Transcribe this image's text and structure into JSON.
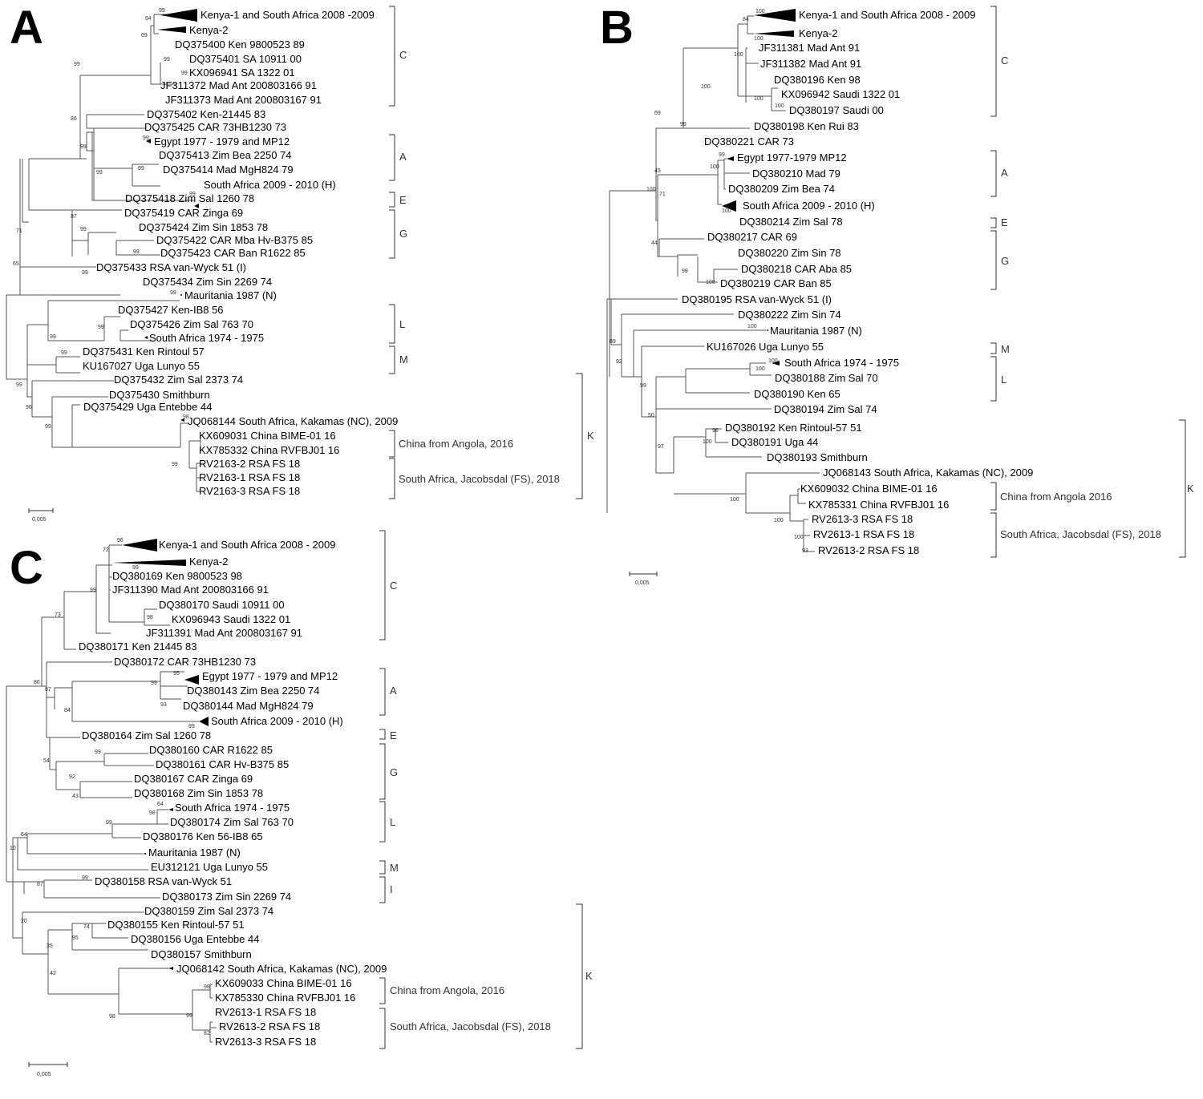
{
  "panels": [
    {
      "letter": "A",
      "scale": "0,005",
      "taxa": [
        "Kenya-1 and South Africa 2008 -2009",
        "Kenya-2",
        "DQ375400 Ken 9800523 89",
        "DQ375401 SA 10911 00",
        "KX096941 SA 1322 01",
        "JF311372 Mad Ant 200803166 91",
        "JF311373 Mad Ant 200803167 91",
        "DQ375402 Ken-21445 83",
        "DQ375425 CAR 73HB1230 73",
        "Egypt 1977 - 1979 and MP12",
        "DQ375413 Zim Bea 2250 74",
        "DQ375414 Mad MgH824 79",
        "South Africa 2009 - 2010 (H)",
        "DQ375418 Zim Sal 1260 78",
        "DQ375419 CAR Zinga 69",
        "DQ375424 Zim Sin 1853 78",
        "DQ375422 CAR Mba Hv-B375 85",
        "DQ375423 CAR Ban R1622 85",
        "DQ375433 RSA van-Wyck 51 (I)",
        "DQ375434 Zim Sin 2269 74",
        "Mauritania 1987 (N)",
        "DQ375427 Ken-IB8 56",
        "DQ375426 Zim Sal 763 70",
        "South Africa 1974 - 1975",
        "DQ375431 Ken Rintoul 57",
        "KU167027 Uga Lunyo 55",
        "DQ375432 Zim Sal 2373 74",
        "DQ375430 Smithburn",
        "DQ375429 Uga Entebbe 44",
        "JQ068144 South Africa, Kakamas (NC), 2009",
        "KX609031 China BIME-01 16",
        "KX785332 China RVFBJ01 16",
        "RV2163-2 RSA FS 18",
        "RV2163-1 RSA FS 18",
        "RV2163-3 RSA FS 18"
      ],
      "clades": [
        "C",
        "A",
        "E",
        "G",
        "L",
        "M",
        "K",
        "China from Angola, 2016",
        "South Africa, Jacobsdal (FS), 2018"
      ],
      "bootstrap": [
        "99",
        "94",
        "69",
        "99",
        "99",
        "99",
        "86",
        "99",
        "99",
        "99",
        "99",
        "99",
        "87",
        "99",
        "99",
        "71",
        "65",
        "99",
        "99",
        "99",
        "99",
        "99",
        "96",
        "99",
        "98",
        "99",
        "99"
      ]
    },
    {
      "letter": "B",
      "scale": "0,005",
      "taxa": [
        "Kenya-1 and South Africa 2008 - 2009",
        "Kenya-2",
        "JF311381 Mad Ant 91",
        "JF311382 Mad Ant 91",
        "DQ380196 Ken 98",
        "KX096942 Saudi 1322 01",
        "DQ380197 Saudi 00",
        "DQ380198 Ken Rui 83",
        "DQ380221 CAR 73",
        "Egypt 1977-1979 MP12",
        "DQ380210 Mad 79",
        "DQ380209 Zim Bea 74",
        "South Africa 2009 - 2010 (H)",
        "DQ380214 Zim Sal 78",
        "DQ380217 CAR 69",
        "DQ380220 Zim Sin 78",
        "DQ380218 CAR Aba 85",
        "DQ380219 CAR Ban 85",
        "DQ380195 RSA van-Wyck 51 (I)",
        "DQ380222 Zim Sin 74",
        "Mauritania 1987 (N)",
        "KU167026 Uga Lunyo 55",
        "South Africa 1974 - 1975",
        "DQ380188 Zim Sal 70",
        "DQ380190 Ken 65",
        "DQ380194 Zim Sal 74",
        "DQ380192 Ken Rintoul-57 51",
        "DQ380191 Uga 44",
        "DQ380193 Smithburn",
        "JQ068143 South Africa, Kakamas (NC), 2009",
        "KX609032 China BIME-01 16",
        "KX785331 China RVFBJ01 16",
        "RV2613-3 RSA FS 18",
        "RV2613-1 RSA FS 18",
        "RV2613-2 RSA FS 18"
      ],
      "clades": [
        "C",
        "A",
        "E",
        "G",
        "M",
        "L",
        "K",
        "China from Angola 2016",
        "South Africa, Jacobsdal (FS), 2018"
      ],
      "bootstrap": [
        "100",
        "84",
        "100",
        "100",
        "100",
        "100",
        "69",
        "45",
        "99",
        "100",
        "99",
        "100",
        "71",
        "100",
        "44",
        "99",
        "100",
        "100",
        "89",
        "92",
        "100",
        "100",
        "100",
        "50",
        "99",
        "97",
        "98",
        "100",
        "100",
        "100",
        "100",
        "93"
      ]
    },
    {
      "letter": "C",
      "scale": "0,005",
      "taxa": [
        "Kenya-1 and South Africa 2008 - 2009",
        "Kenya-2",
        "DQ380169 Ken 9800523 98",
        "JF311390 Mad Ant 200803166 91",
        "DQ380170 Saudi 10911 00",
        "KX096943 Saudi 1322 01",
        "JF311391 Mad Ant 200803167 91",
        "DQ380171 Ken 21445 83",
        "DQ380172 CAR 73HB1230 73",
        "Egypt 1977 - 1979 and MP12",
        "DQ380143 Zim Bea 2250 74",
        "DQ380144 Mad MgH824 79",
        "South Africa 2009 - 2010 (H)",
        "DQ380164 Zim Sal 1260 78",
        "DQ380160 CAR R1622 85",
        "DQ380161 CAR Hv-B375 85",
        "DQ380167 CAR Zinga 69",
        "DQ380168 Zim Sin 1853 78",
        "South Africa 1974 - 1975",
        "DQ380174 Zim Sal 763 70",
        "DQ380176 Ken 56-IB8 65",
        "Mauritania 1987 (N)",
        "EU312121 Uga Lunyo 55",
        "DQ380158 RSA van-Wyck 51",
        "DQ380173 Zim Sin 2269 74",
        "DQ380159 Zim Sal 2373 74",
        "DQ380155 Ken Rintoul-57 51",
        "DQ380156 Uga Entebbe 44",
        "DQ380157 Smithburn",
        "JQ068142 South Africa, Kakamas (NC), 2009",
        "KX609033 China BIME-01 16",
        "KX785330 China RVFBJ01 16",
        "RV2613-1 RSA FS 18",
        "RV2613-2 RSA FS 18",
        "RV2613-3 RSA FS 18"
      ],
      "clades": [
        "C",
        "A",
        "E",
        "G",
        "L",
        "M",
        "I",
        "K",
        "China from Angola, 2016",
        "South Africa, Jacobsdal (FS), 2018"
      ],
      "bootstrap": [
        "96",
        "72",
        "99",
        "99",
        "98",
        "73",
        "86",
        "87",
        "95",
        "99",
        "93",
        "84",
        "99",
        "99",
        "92",
        "54",
        "43",
        "64",
        "98",
        "99",
        "64",
        "10",
        "99",
        "87",
        "20",
        "74",
        "95",
        "35",
        "42",
        "98",
        "98",
        "99",
        "82"
      ]
    }
  ]
}
